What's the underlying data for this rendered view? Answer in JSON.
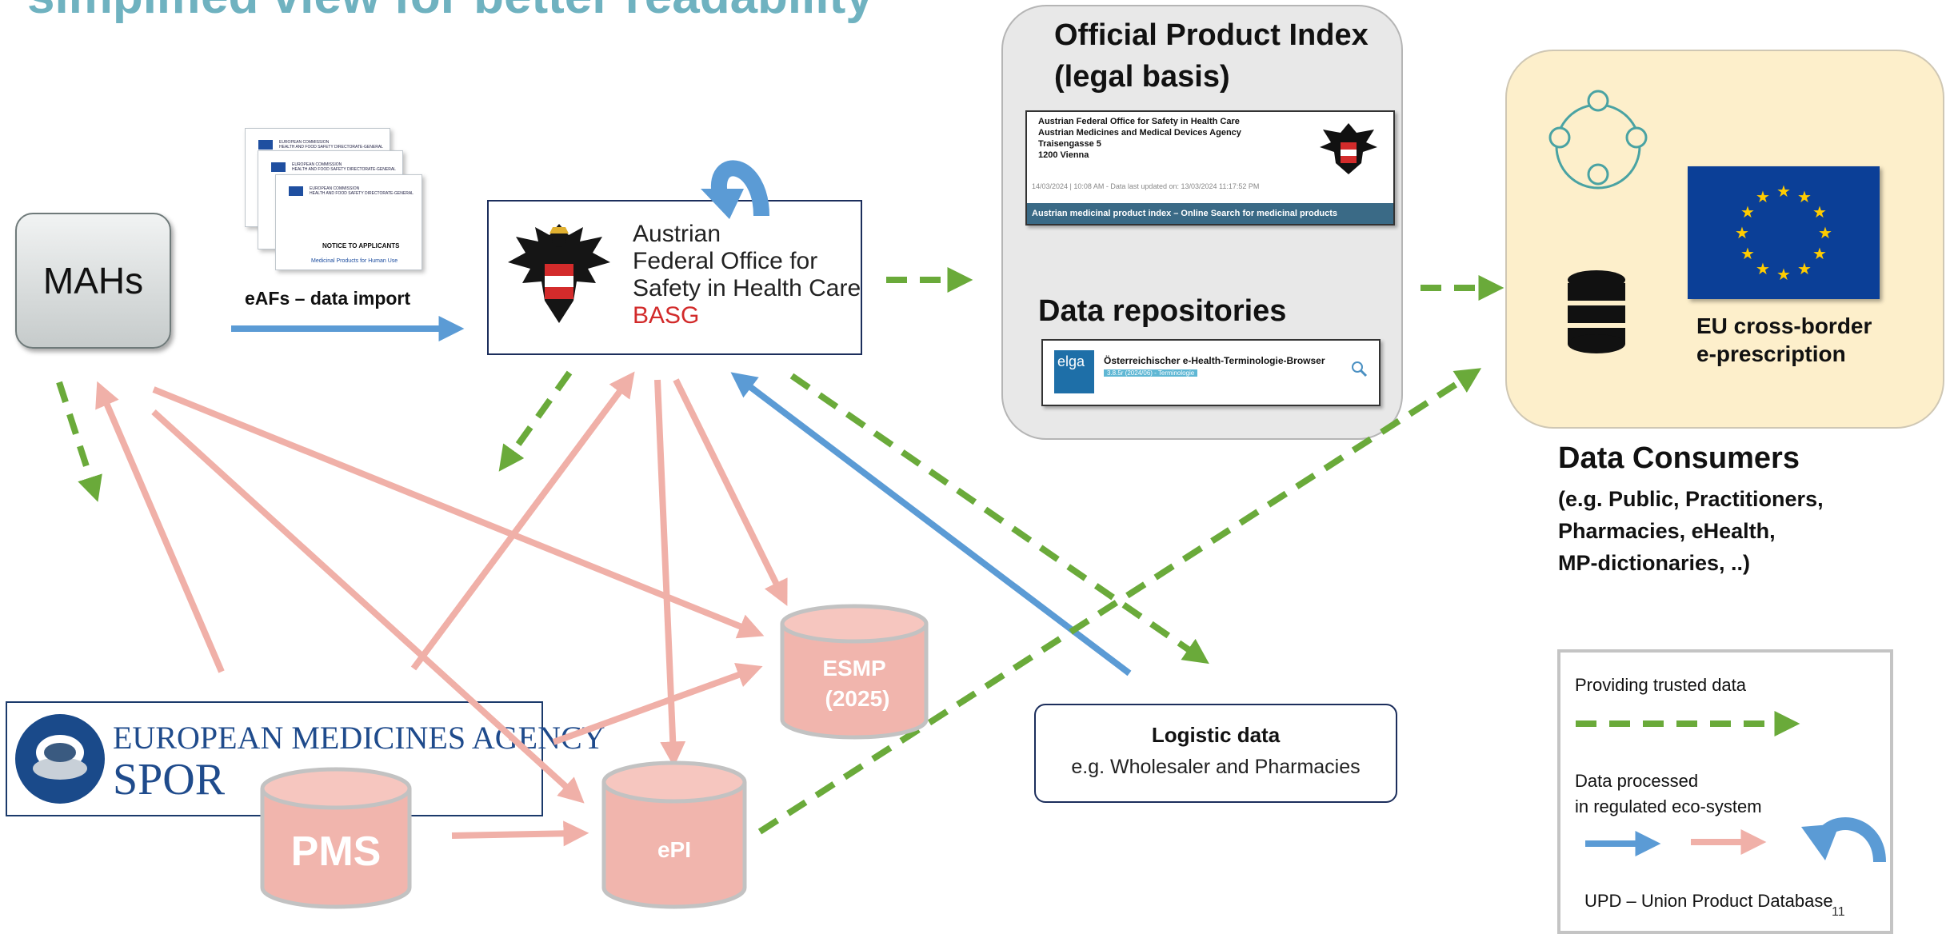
{
  "title": "simplified view for better readability",
  "mahs": {
    "label": "MAHs"
  },
  "eafs": {
    "label": "eAFs – data import",
    "doc_header": "EUROPEAN COMMISSION\nHEALTH AND FOOD SAFETY DIRECTORATE-GENERAL",
    "notice": "NOTICE TO APPLICANTS",
    "product_line": "Medicinal Products for Human Use"
  },
  "basg": {
    "line1": "Austrian",
    "line2": "Federal Office for",
    "line3": "Safety in Health Care",
    "abbr": "BASG"
  },
  "opi": {
    "title_line1": "Official Product Index",
    "title_line2": "(legal basis)",
    "shot_line1": "Austrian Federal Office for Safety in Health Care",
    "shot_line2": "Austrian Medicines and Medical Devices Agency",
    "shot_line3": "Traisengasse 5",
    "shot_line4": "1200 Vienna",
    "shot_date": "14/03/2024 | 10:08 AM - Data last updated on: 13/03/2024 11:17:52 PM",
    "shot_bar": "Austrian medicinal product index – Online Search for medicinal products"
  },
  "repositories": {
    "title": "Data repositories",
    "elga_logo": "elga",
    "elga_text": "Österreichischer e-Health-Terminologie-Browser",
    "elga_tag": "3.8.5r (2024/06) - Terminologie"
  },
  "consumers": {
    "eu_label_line1": "EU cross-border",
    "eu_label_line2": "e-prescription",
    "title": "Data Consumers",
    "sub_line1": "(e.g. Public, Practitioners,",
    "sub_line2": "Pharmacies, eHealth,",
    "sub_line3": "MP-dictionaries,  ..)"
  },
  "ema": {
    "name": "EUROPEAN MEDICINES AGENCY",
    "spor": "SPOR"
  },
  "databases": {
    "esmp_line1": "ESMP",
    "esmp_line2": "(2025)",
    "pms": "PMS",
    "epi": "ePI"
  },
  "logistic": {
    "title": "Logistic data",
    "subtitle": "e.g. Wholesaler and Pharmacies"
  },
  "legend": {
    "trusted": "Providing trusted data",
    "processed_line1": "Data processed",
    "processed_line2": "in regulated eco-system",
    "upd": "UPD – Union Product Database"
  },
  "page_number": "11",
  "colors": {
    "green": "#6aaa3a",
    "blue": "#5b9bd5",
    "pink": "#f0b0a8",
    "title": "#6fb2c0"
  },
  "icons": [
    "eagle-icon",
    "people-network-icon",
    "database-icon",
    "eu-flag-icon",
    "u-turn-arrow-icon"
  ]
}
